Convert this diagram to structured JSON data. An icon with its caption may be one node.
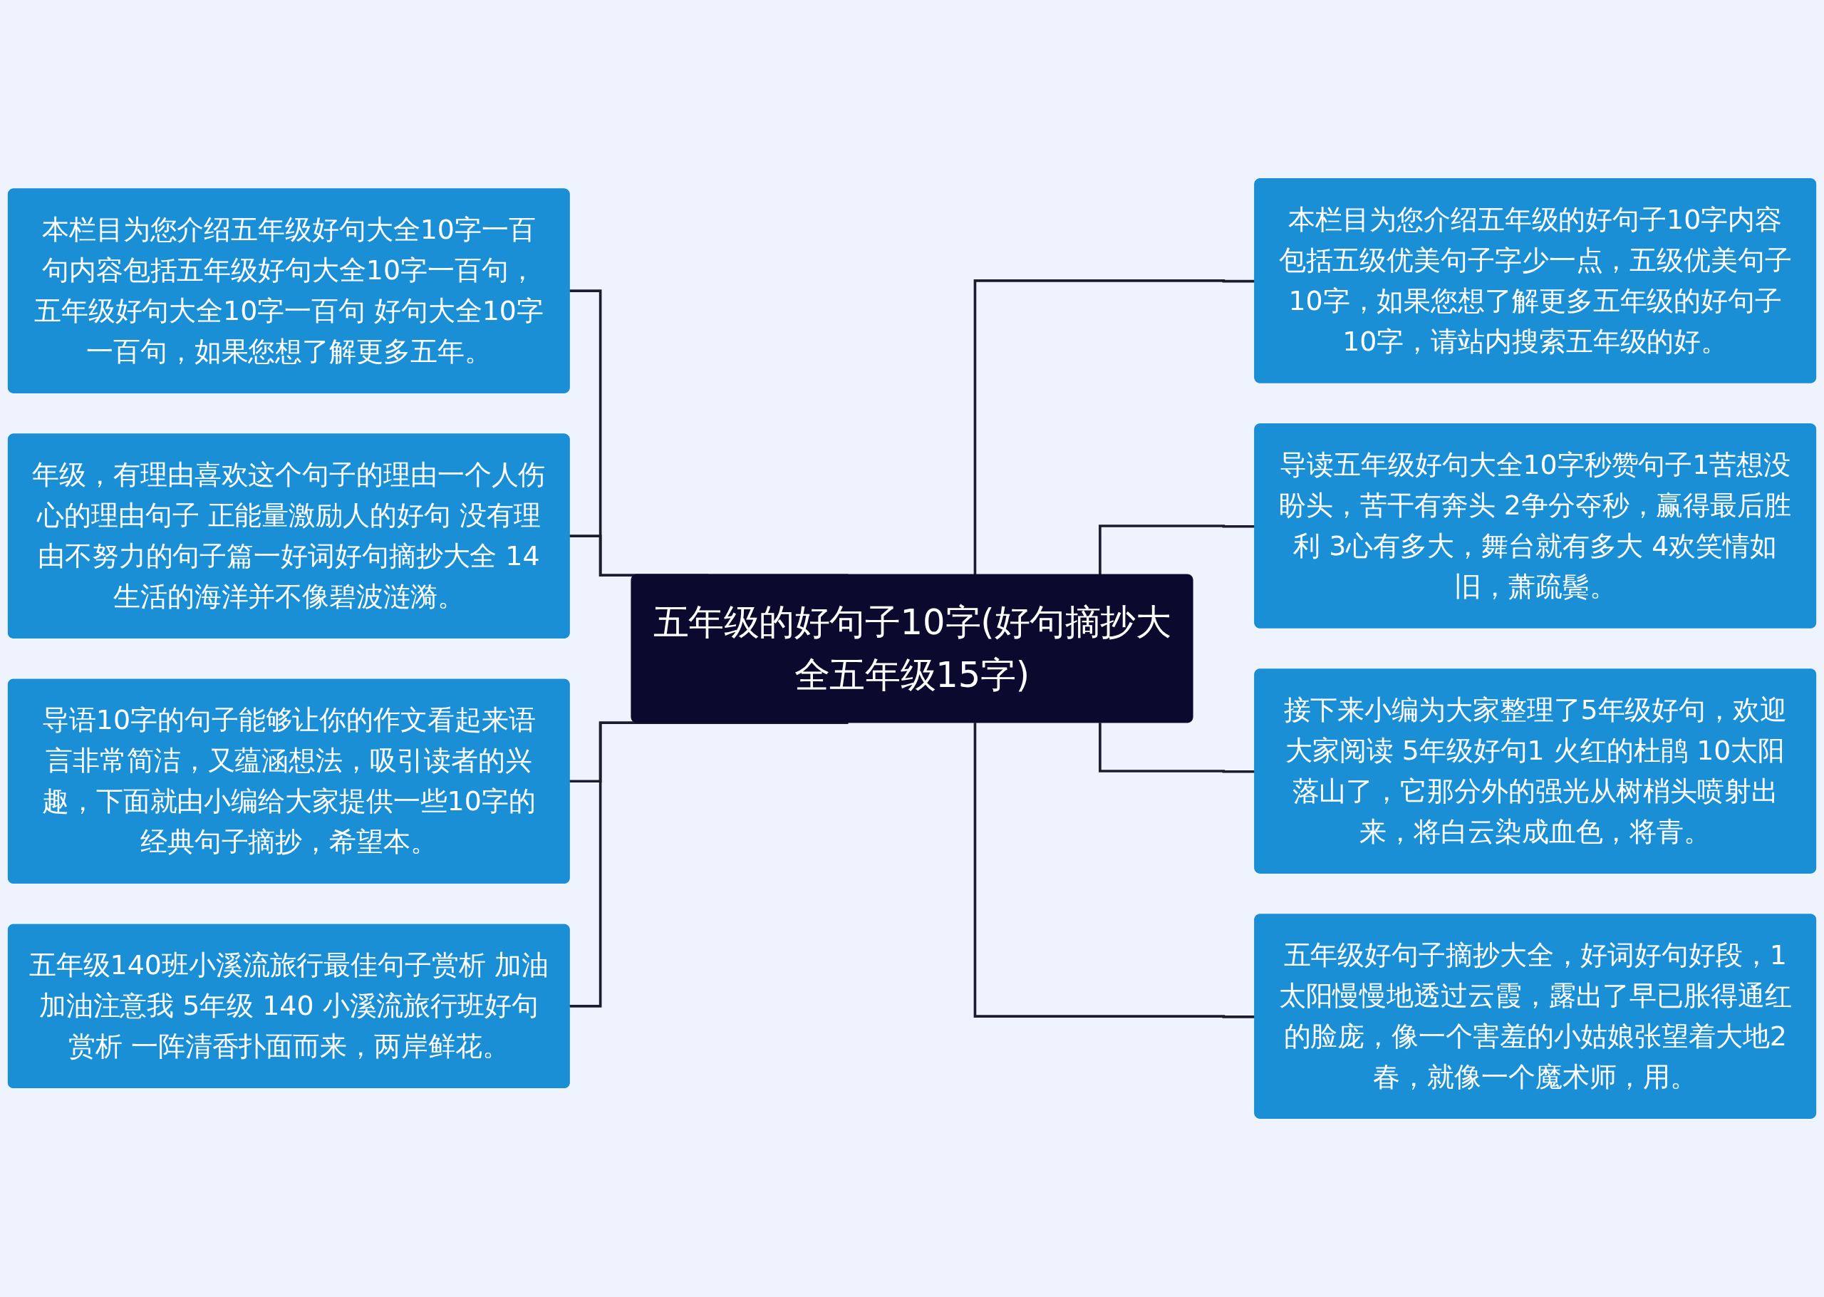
{
  "diagram": {
    "nodes": [
      {
        "text": [
          "五年级的好句子10字(好句摘抄大全五年级15字)"
        ]
      },
      {
        "text": [
          "本栏目为您介绍五年级好句大全10字一百句内容包括五年级好句大全10字一百句，五年级好句大全10字一百句 好句大全10字一百句，如果您想了解更多五年。"
        ]
      },
      {
        "text": [
          "年级，有理由喜欢这个句子的理由一个人伤心的理由句子 正能量激励人的好句 没有理由不努力的句子篇一好词好句摘抄大全 14生活的海洋并不像碧波涟漪。"
        ]
      },
      {
        "text": [
          "导语10字的句子能够让你的作文看起来语言非常简洁，又蕴涵想法，吸引读者的兴趣，下面就由小编给大家提供一些10字的经典句子摘抄，希望本。"
        ]
      },
      {
        "text": [
          "五年级140班小溪流旅行最佳句子赏析 加油加油注意我 5年级 140 小溪流旅行班好句赏析 一阵清香扑面而来，两岸鲜花。"
        ]
      },
      {
        "text": [
          "本栏目为您介绍五年级的好句子10字内容包括五级优美句子字少一点，五级优美句子10字，如果您想了解更多五年级的好句子10字，请站内搜索五年级的好。"
        ]
      },
      {
        "text": [
          "导读五年级好句大全10字秒赞句子1苦想没盼头，苦干有奔头 2争分夺秒，赢得最后胜利 3心有多大，舞台就有多大 4欢笑情如旧，萧疏鬓。"
        ]
      },
      {
        "text": [
          "接下来小编为大家整理了5年级好句，欢迎大家阅读 5年级好句1 火红的杜鹃 10太阳落山了，它那分外的强光从树梢头喷射出来，将白云染成血色，将青。"
        ]
      },
      {
        "text": [
          "五年级好句子摘抄大全，好词好句好段，1太阳慢慢地透过云霞，露出了早已胀得通红的脸庞，像一个害羞的小姑娘张望着大地2春，就像一个魔术师，用。"
        ]
      }
    ],
    "edges": [
      {
        "from": 1,
        "to": 0,
        "arrow": "none"
      },
      {
        "from": 2,
        "to": 0,
        "arrow": "none"
      },
      {
        "from": 3,
        "to": 0,
        "arrow": "none"
      },
      {
        "from": 4,
        "to": 0,
        "arrow": "none"
      },
      {
        "from": 0,
        "to": 5,
        "arrow": "none"
      },
      {
        "from": 0,
        "to": 6,
        "arrow": "none"
      },
      {
        "from": 0,
        "to": 7,
        "arrow": "none"
      },
      {
        "from": 0,
        "to": 8,
        "arrow": "none"
      }
    ]
  }
}
